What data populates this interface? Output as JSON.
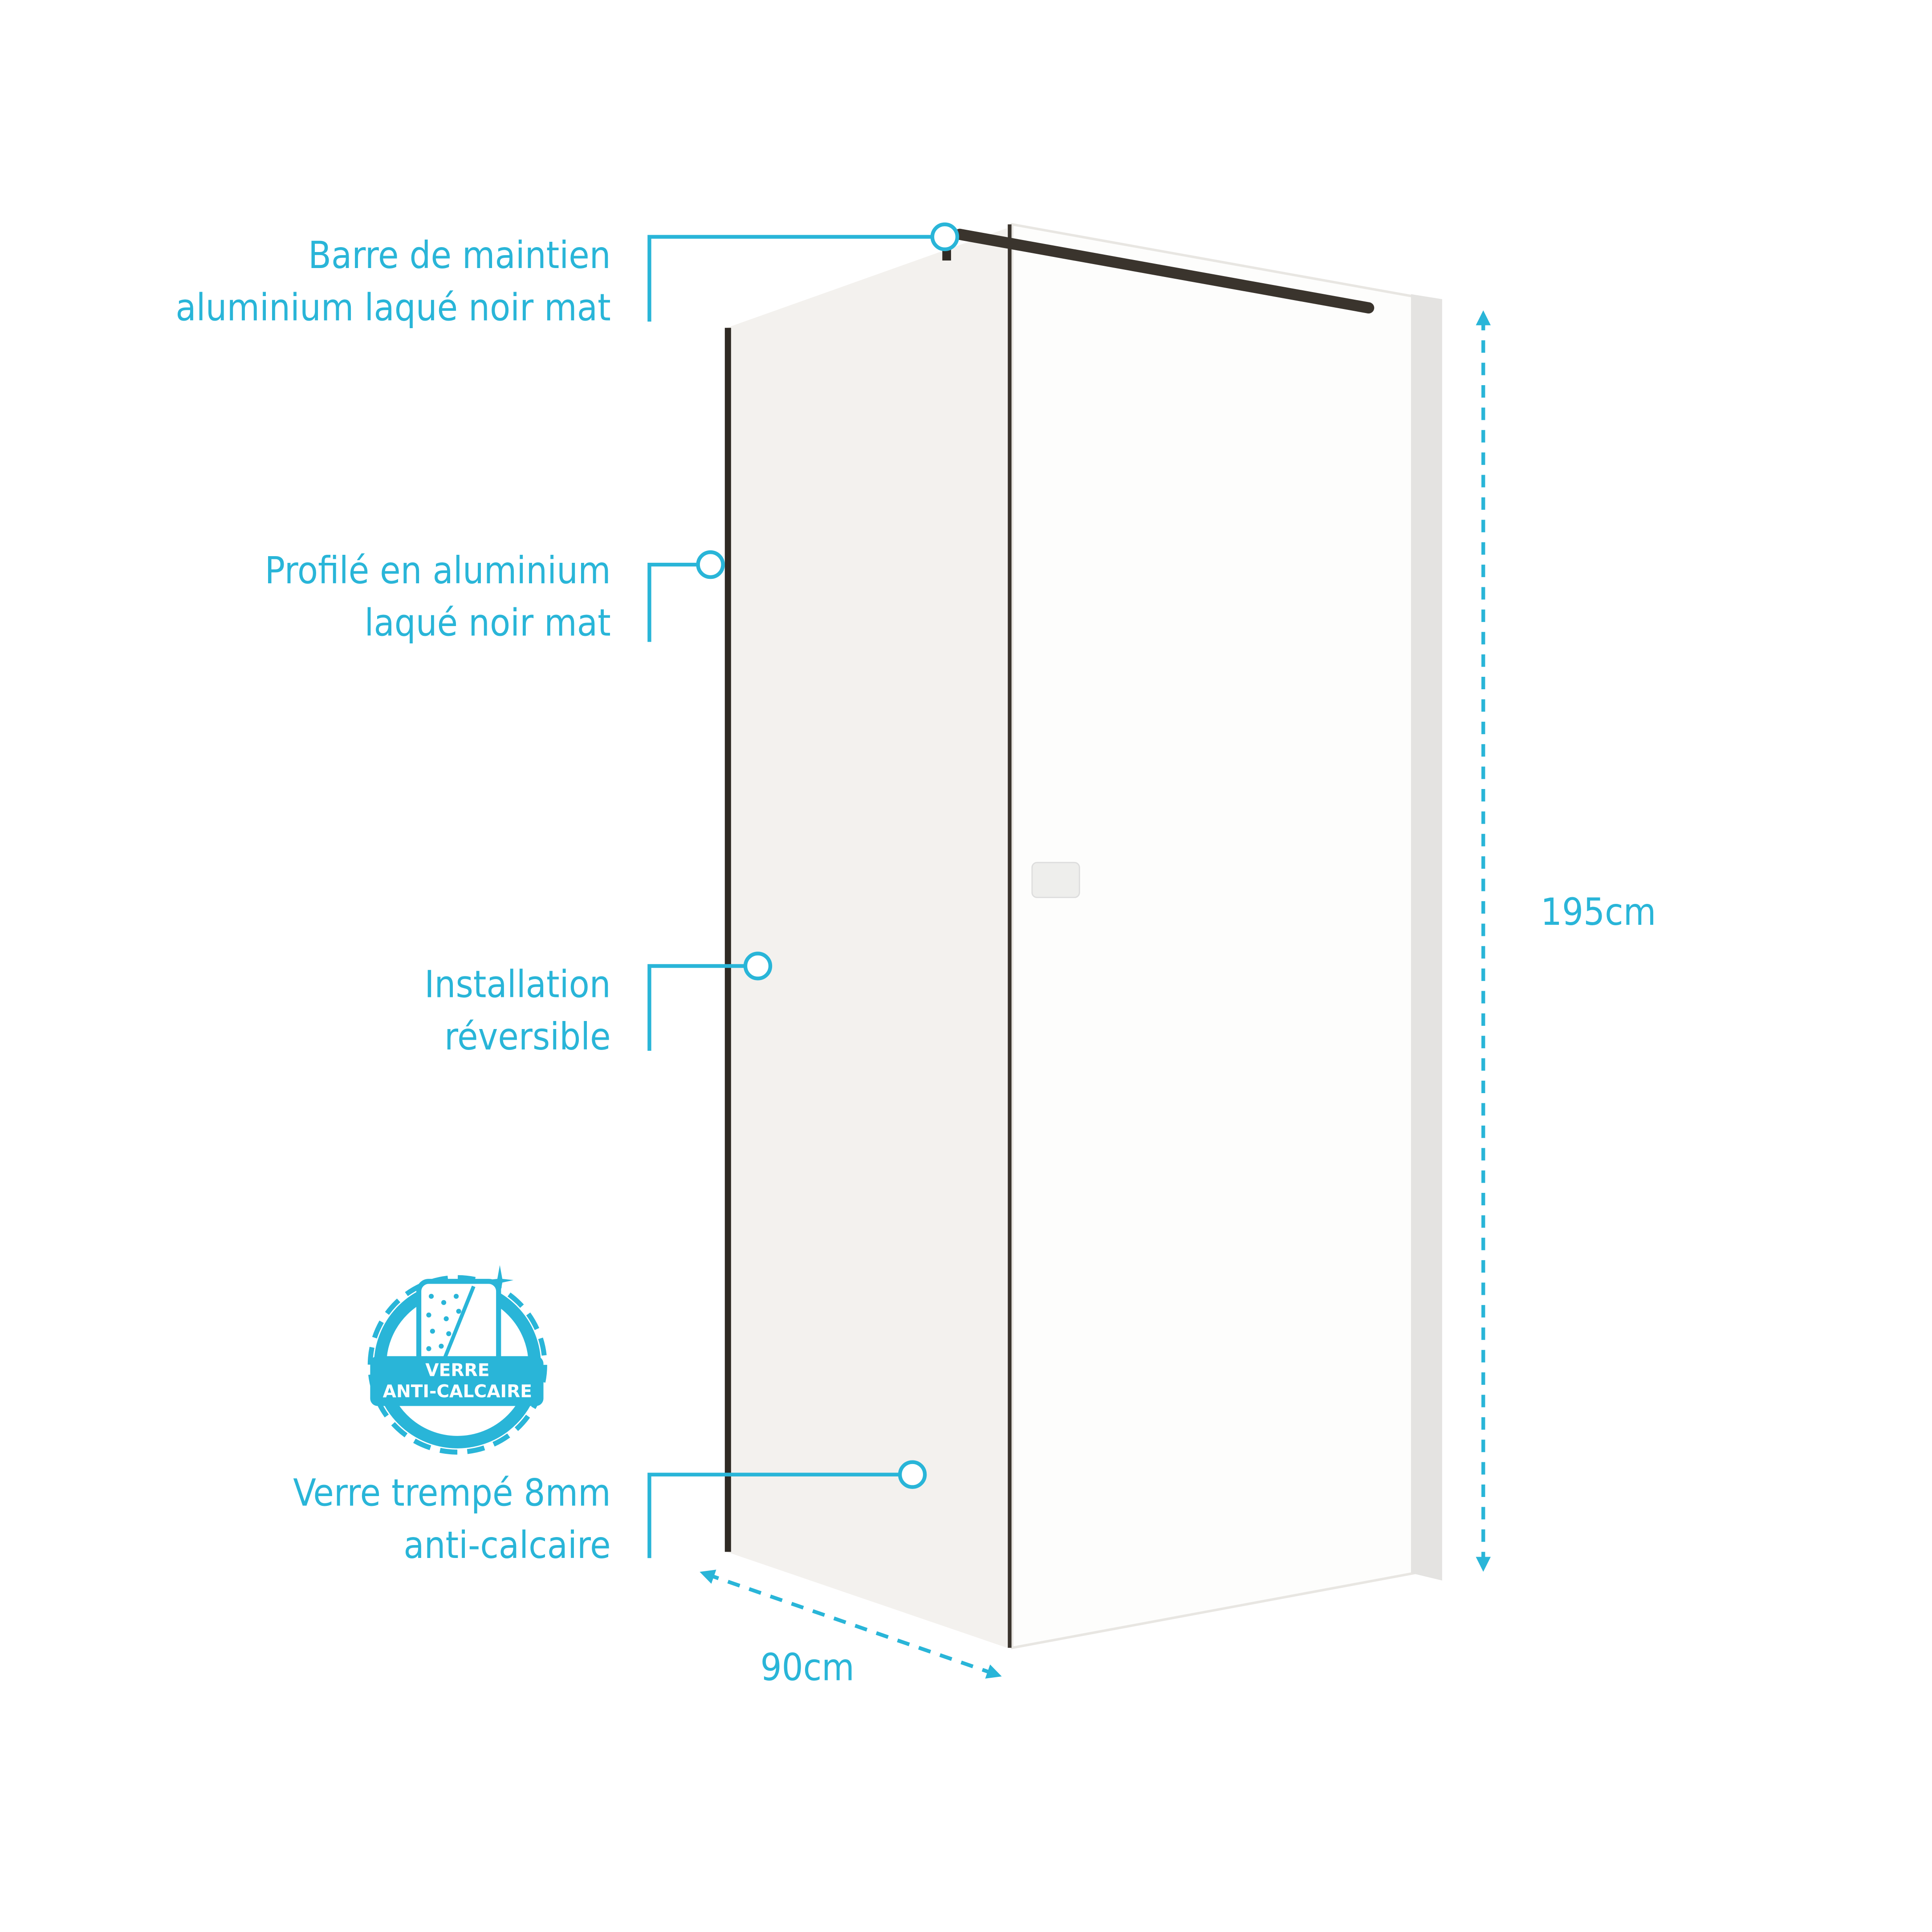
{
  "colors": {
    "accent": "#29b5d8",
    "profile": "#2f2a24",
    "glass": "#f3f1ee"
  },
  "callouts": [
    {
      "line1": "Barre de maintien",
      "line2": "aluminium laqué noir mat"
    },
    {
      "line1": "Profilé en aluminium",
      "line2": "laqué noir mat"
    },
    {
      "line1": "Installation",
      "line2": "réversible"
    },
    {
      "line1": "Verre trempé 8mm",
      "line2": "anti-calcaire"
    }
  ],
  "badge": {
    "line1": "VERRE",
    "line2": "ANTI-CALCAIRE"
  },
  "dimensions": {
    "height": "195cm",
    "width": "90cm"
  }
}
